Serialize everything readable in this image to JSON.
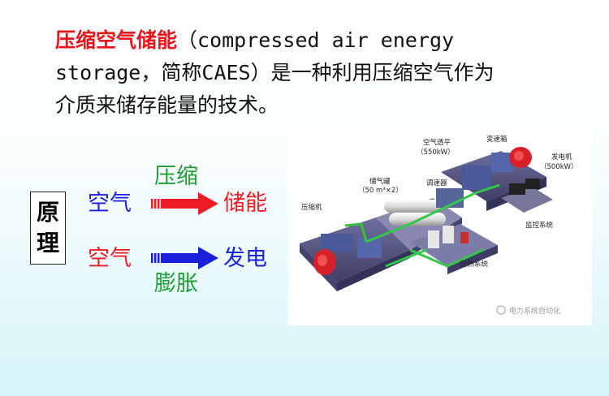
{
  "headline": {
    "term": "压缩空气储能",
    "open_paren": "（",
    "english_line1": "compressed air energy",
    "english_line2": "storage",
    "comma": "，",
    "abbr_prefix": "简称",
    "abbr": "CAES",
    "close_paren": "）",
    "rest_line2": "是一种利用压缩空气作为",
    "line3": "介质来储存能量的技术。"
  },
  "principle": {
    "box_char1": "原",
    "box_char2": "理",
    "row1": {
      "input": "空气",
      "process": "压缩",
      "output": "储能"
    },
    "row2": {
      "input": "空气",
      "process": "膨胀",
      "output": "发电"
    }
  },
  "diagram": {
    "labels": {
      "air_turbine": "空气透平",
      "air_turbine_power": "（550kW）",
      "gearbox": "变速箱",
      "generator": "发电机",
      "generator_power": "（500kW）",
      "storage_tank": "储气罐",
      "tank_volume": "（50 m³×2）",
      "regulator": "调速器",
      "compressor": "压缩机",
      "monitoring": "监控系统",
      "reheat": "回热系统"
    },
    "watermark": "电力系统自动化"
  },
  "colors": {
    "term": "#e8161c",
    "blue": "#1a1fd9",
    "red": "#ee1c24",
    "green": "#1e9e34"
  }
}
